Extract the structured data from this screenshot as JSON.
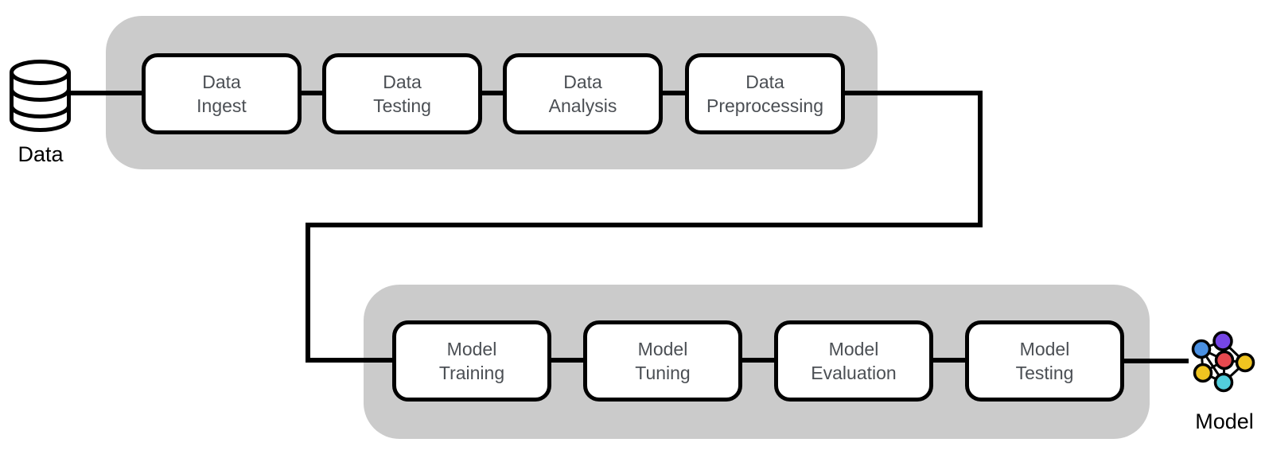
{
  "colors": {
    "container_bg": "#cbcbcb",
    "box_bg": "#ffffff",
    "box_border": "#000000",
    "box_text": "#4b4f54",
    "connector": "#000000",
    "node_purple": "#7646e6",
    "node_blue": "#4a90e2",
    "node_red": "#e7494f",
    "node_yellow": "#f0c420",
    "node_cyan": "#52cedc"
  },
  "diagram": {
    "source": {
      "label": "Data",
      "icon": "database-icon"
    },
    "sink": {
      "label": "Model",
      "icon": "neural-network-icon"
    },
    "data_pipeline": {
      "stages": [
        {
          "line1": "Data",
          "line2": "Ingest"
        },
        {
          "line1": "Data",
          "line2": "Testing"
        },
        {
          "line1": "Data",
          "line2": "Analysis"
        },
        {
          "line1": "Data",
          "line2": "Preprocessing"
        }
      ]
    },
    "model_pipeline": {
      "stages": [
        {
          "line1": "Model",
          "line2": "Training"
        },
        {
          "line1": "Model",
          "line2": "Tuning"
        },
        {
          "line1": "Model",
          "line2": "Evaluation"
        },
        {
          "line1": "Model",
          "line2": "Testing"
        }
      ]
    }
  }
}
